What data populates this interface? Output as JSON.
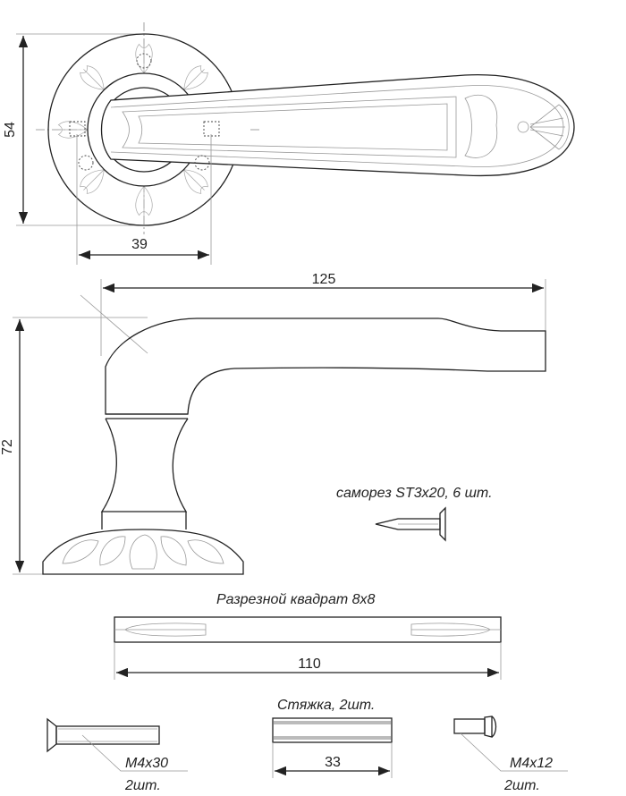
{
  "dimensions": {
    "rosette_diameter": "54",
    "fixing_spacing": "39",
    "handle_length": "125",
    "handle_height": "72",
    "spindle_length": "110",
    "connector_length": "33"
  },
  "labels": {
    "self_tapping_screw": "саморез ST3x20, 6 шт.",
    "split_spindle": "Разрезной квадрат 8x8",
    "connector": "Стяжка, 2шт.",
    "bolt_long": "M4x30",
    "bolt_long_qty": "2шт.",
    "bolt_short": "M4x12",
    "bolt_short_qty": "2шт."
  }
}
